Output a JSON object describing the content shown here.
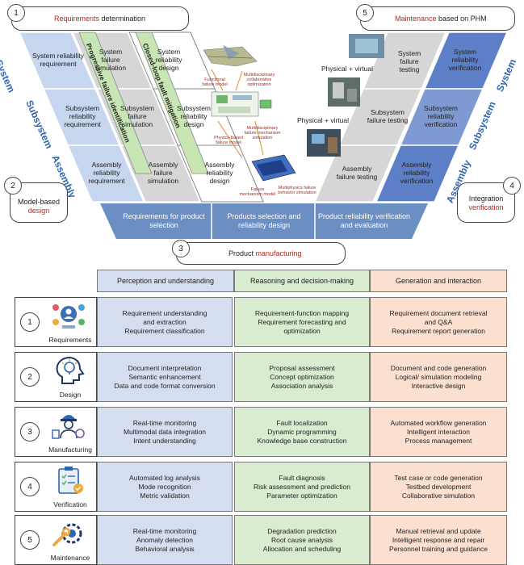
{
  "phases": {
    "p1": {
      "num": "1",
      "pre": "",
      "red": "Requirements",
      "post": " determination"
    },
    "p2": {
      "num": "2",
      "pre": "Model-based",
      "red": "design",
      "post": ""
    },
    "p3": {
      "num": "3",
      "pre": "Product ",
      "red": "manufacturing",
      "post": ""
    },
    "p4": {
      "num": "4",
      "pre": "Integration",
      "red": "verification",
      "post": ""
    },
    "p5": {
      "num": "5",
      "pre": "",
      "red": "Maintenance",
      "post": " based on PHM"
    }
  },
  "levels": {
    "left": [
      "System",
      "Subsystem",
      "Assembly"
    ],
    "right": [
      "System",
      "Subsystem",
      "Assembly"
    ]
  },
  "left_cells": {
    "col1": [
      "System reliability requirement",
      "Subsystem reliability requirement",
      "Assembly reliability requirement"
    ],
    "col2": [
      "System failure simulation",
      "Subsystem failure simulation",
      "Assembly failure simulation"
    ],
    "col3": [
      "System reliability design",
      "Subsystem reliability design",
      "Assembly reliability design"
    ]
  },
  "right_cells": {
    "col1": [
      "System failure testing",
      "Subsystem failure testing",
      "Assembly failure testing"
    ],
    "col2": [
      "System reliability verification",
      "Subsystem reliability verification",
      "Assembly reliability verification"
    ]
  },
  "diagonal_labels": {
    "progressive": "Progressive failure identification",
    "closed_loop": "Closed-loop fault mitigation"
  },
  "model_labels": {
    "functional": "Functional failure model",
    "multidisciplinary_collab": "Multidisciplinary collaborative optimization",
    "multidisciplinary_sim": "Multidisciplinary failure mechanism simulation",
    "physics_based": "Physics-based failure model",
    "failure_mechanism": "Failure mechanism model",
    "multiphysics": "Multiphysics failure behavior simulation"
  },
  "physical_virtual": [
    "Physical + virtual",
    "Physical + virtual"
  ],
  "bottom_bar": [
    "Requirements for product selection",
    "Products selection and reliability design",
    "Product reliability verification and evaluation"
  ],
  "table": {
    "headers": [
      "Perception and understanding",
      "Reasoning and decision-making",
      "Generation and interaction"
    ],
    "rows": [
      {
        "num": "1",
        "label": "Requirements",
        "icon": "requirements-icon",
        "c1": [
          "Requirement understanding",
          "and extraction",
          "Requirement classification"
        ],
        "c2": [
          "Requirement-function mapping",
          "Requirement forecasting and",
          "optimization"
        ],
        "c3": [
          "Requirement document retrieval",
          "and Q&A",
          "Requirement report generation"
        ]
      },
      {
        "num": "2",
        "label": "Design",
        "icon": "design-head-icon",
        "c1": [
          "Document interpretation",
          "Semantic enhancement",
          "Data and code format conversion"
        ],
        "c2": [
          "Proposal assessment",
          "Concept optimization",
          "Association analysis"
        ],
        "c3": [
          "Document and code generation",
          "Logical/ simulation modeling",
          "Interactive design"
        ]
      },
      {
        "num": "3",
        "label": "Manufacturing",
        "icon": "manufacturing-worker-icon",
        "c1": [
          "Real-time monitoring",
          "Multimodal data integration",
          "Intent understanding"
        ],
        "c2": [
          "Fault localization",
          "Dynamic programming",
          "Knowledge base construction"
        ],
        "c3": [
          "Automated workflow generation",
          "Intelligent interaction",
          "Process management"
        ]
      },
      {
        "num": "4",
        "label": "Verification",
        "icon": "checklist-icon",
        "c1": [
          "Automated log analysis",
          "Mode recognition",
          "Metric validation"
        ],
        "c2": [
          "Fault diagnosis",
          "Risk assessment and prediction",
          "Parameter optimization"
        ],
        "c3": [
          "Test case or code generation",
          "Testbed development",
          "Collaborative simulation"
        ]
      },
      {
        "num": "5",
        "label": "Maintenance",
        "icon": "wrench-gear-icon",
        "c1": [
          "Real-time monitoring",
          "Anomaly detection",
          "Behavioral analysis"
        ],
        "c2": [
          "Degradation prediction",
          "Root cause analysis",
          "Allocation and scheduling"
        ],
        "c3": [
          "Manual retrieval and update",
          "Intelligent response and repair",
          "Personnel training and guidance"
        ]
      }
    ]
  },
  "colors": {
    "blue_light": "#c5d6ee",
    "blue_mid": "#8eaee0",
    "blue_dark": "#5d7fc8",
    "gray_cell": "#d6d6d6",
    "green_band": "#c8e6b4",
    "bottom_bar": "#6b8fc2",
    "col_blue": "#d5def0",
    "col_green": "#d9ecd0",
    "col_peach": "#fbe0cf",
    "accent_red": "#b2281f"
  }
}
